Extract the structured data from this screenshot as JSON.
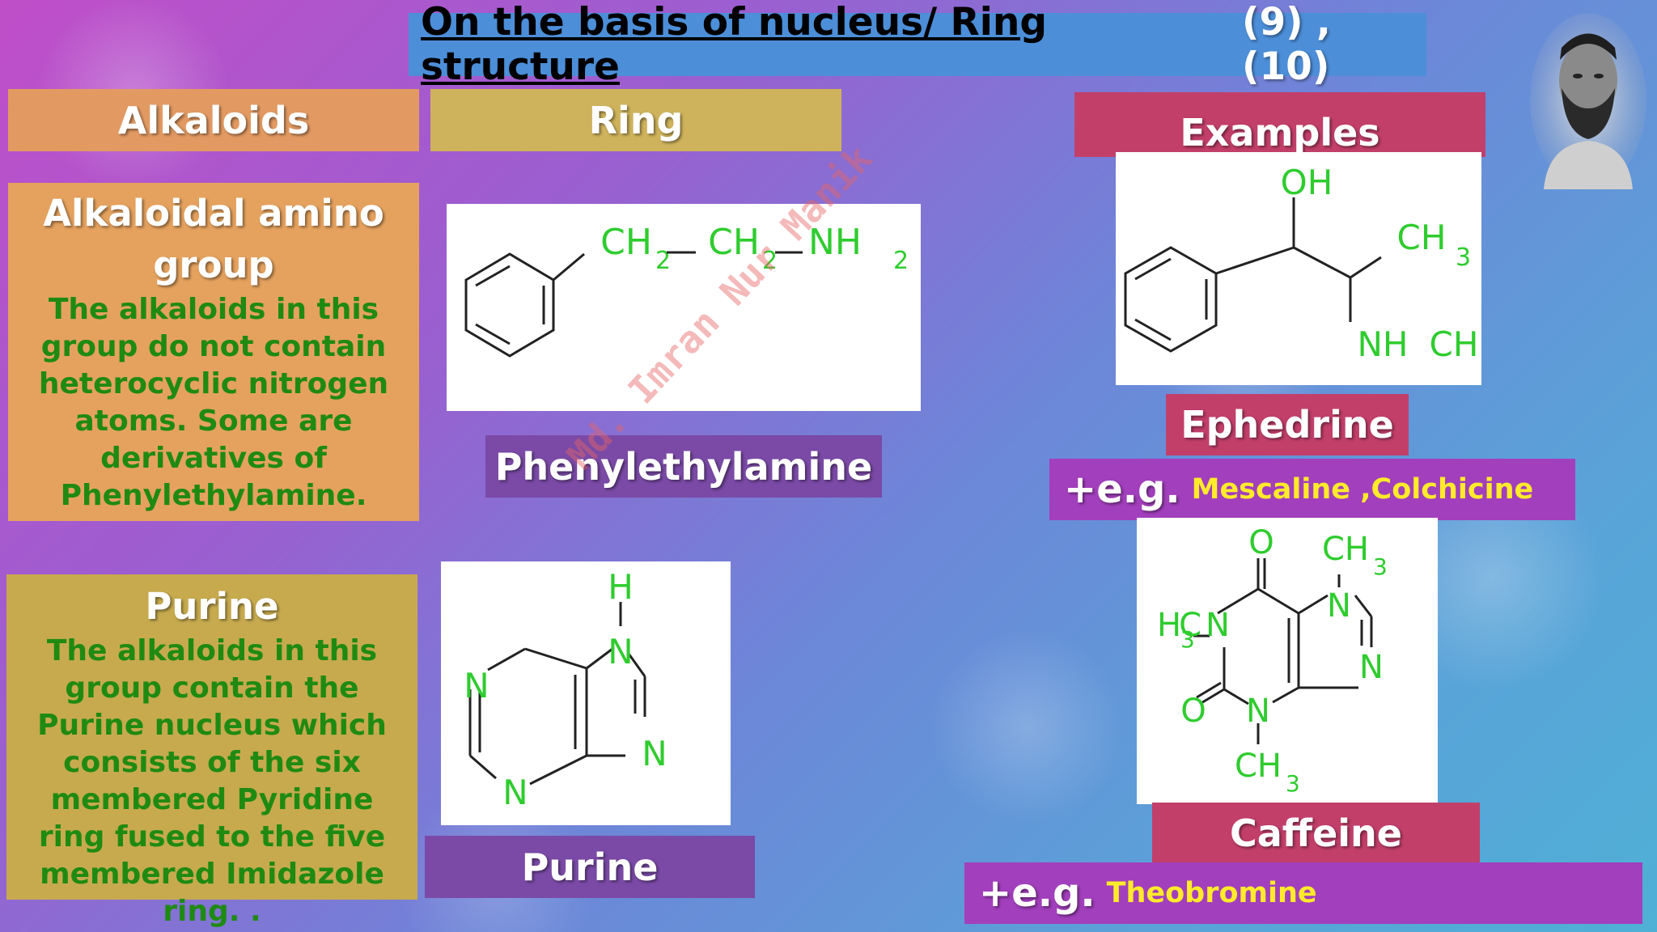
{
  "title": {
    "main": "On the basis of nucleus/ Ring structure",
    "refs": "(9) , (10)"
  },
  "headers": {
    "alkaloids": "Alkaloids",
    "ring": "Ring",
    "examples": "Examples"
  },
  "amino_group": {
    "title": "Alkaloidal amino group",
    "body": "The alkaloids in this group do not contain heterocyclic nitrogen atoms. Some  are derivatives of Phenylethylamine."
  },
  "purine_group": {
    "title": "Purine",
    "body": "The alkaloids in this group contain the Purine nucleus which consists of the six membered Pyridine ring fused to the five membered Imidazole ring. ."
  },
  "structures": {
    "phenylethylamine": {
      "label": "Phenylethylamine"
    },
    "purine": {
      "label": "Purine"
    },
    "ephedrine": {
      "label": "Ephedrine"
    },
    "caffeine": {
      "label": "Caffeine"
    }
  },
  "examples": {
    "eg1": {
      "prefix": "+e.g.",
      "text": "Mescaline ,Colchicine"
    },
    "eg2": {
      "prefix": "+e.g.",
      "text": "Theobromine"
    }
  },
  "watermark": "Md. Imran Nur Manik",
  "colors": {
    "atom_green": "#2ecc2e",
    "body_green": "#1f8a12",
    "title_bar": "#4c8ed8"
  }
}
